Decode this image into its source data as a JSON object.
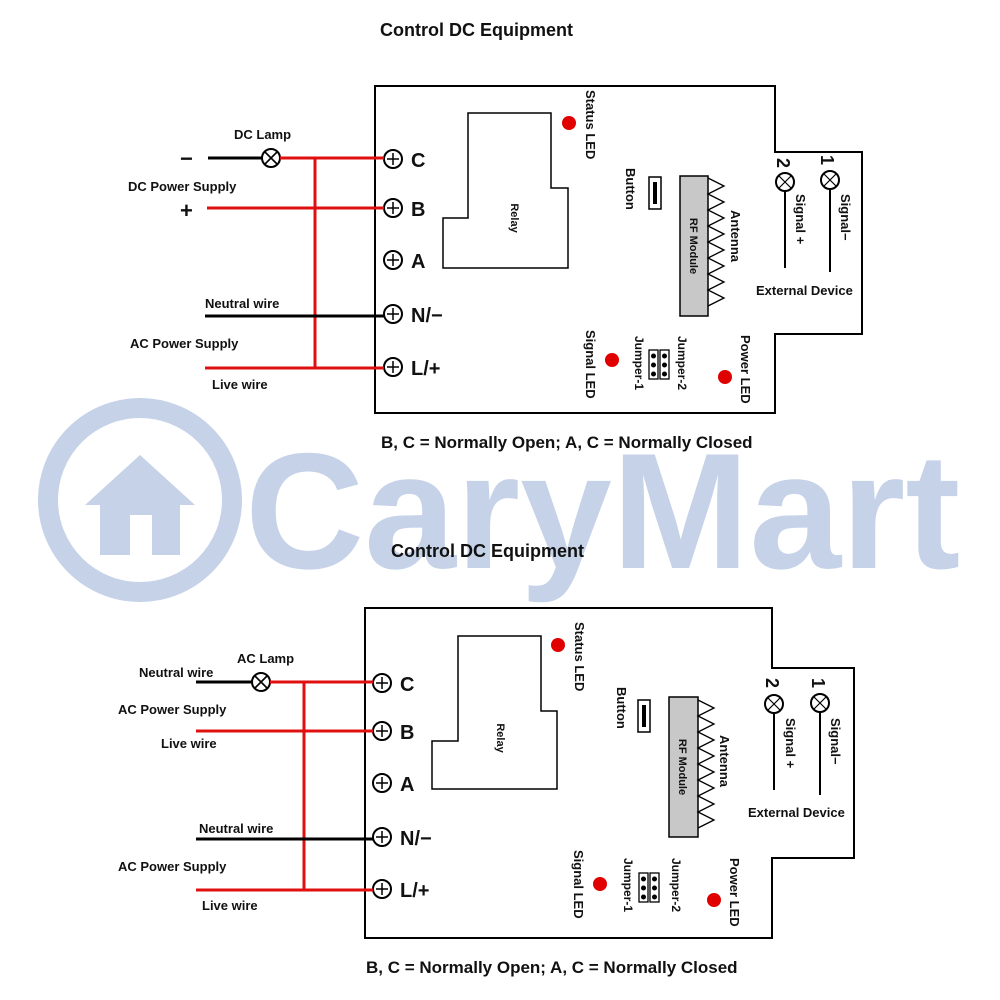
{
  "watermark": {
    "text": "CaryMart",
    "color": "#c5d2e8"
  },
  "colors": {
    "wire_red": "#e01010",
    "wire_black": "#000000",
    "led_red": "#e00000",
    "module_fill": "#c8c8c8"
  },
  "diagrams": [
    {
      "title": "Control DC Equipment",
      "lamp_label": "DC Lamp",
      "neutral_lamp_label": "",
      "supply_top_label": "DC Power Supply",
      "minus_sign": "−",
      "plus_sign": "+",
      "neutral_wire": "Neutral wire",
      "ac_supply": "AC Power Supply",
      "live_wire": "Live wire",
      "terminals": [
        "C",
        "B",
        "A",
        "N/−",
        "L/+"
      ],
      "relay": "Relay",
      "status_led": "Status LED",
      "button": "Button",
      "antenna": "Antenna",
      "rf_module": "RF Module",
      "signal_led": "Signal LED",
      "jumper1": "Jumper-1",
      "jumper2": "Jumper-2",
      "power_led": "Power LED",
      "num2": "2",
      "num1": "1",
      "signal_plus": "Signal +",
      "signal_minus": "Signal−",
      "external_device": "External Device",
      "note": "B, C = Normally Open; A, C = Normally Closed"
    },
    {
      "title": "Control DC Equipment",
      "lamp_label": "AC Lamp",
      "neutral_lamp_label": "Neutral wire",
      "supply_top_label": "AC Power Supply",
      "live_wire_top": "Live wire",
      "neutral_wire": "Neutral wire",
      "ac_supply": "AC Power Supply",
      "live_wire": "Live wire",
      "terminals": [
        "C",
        "B",
        "A",
        "N/−",
        "L/+"
      ],
      "relay": "Relay",
      "status_led": "Status LED",
      "button": "Button",
      "antenna": "Antenna",
      "rf_module": "RF Module",
      "signal_led": "Signal LED",
      "jumper1": "Jumper-1",
      "jumper2": "Jumper-2",
      "power_led": "Power LED",
      "num2": "2",
      "num1": "1",
      "signal_plus": "Signal +",
      "signal_minus": "Signal−",
      "external_device": "External Device",
      "note": "B, C = Normally Open; A, C = Normally Closed"
    }
  ]
}
